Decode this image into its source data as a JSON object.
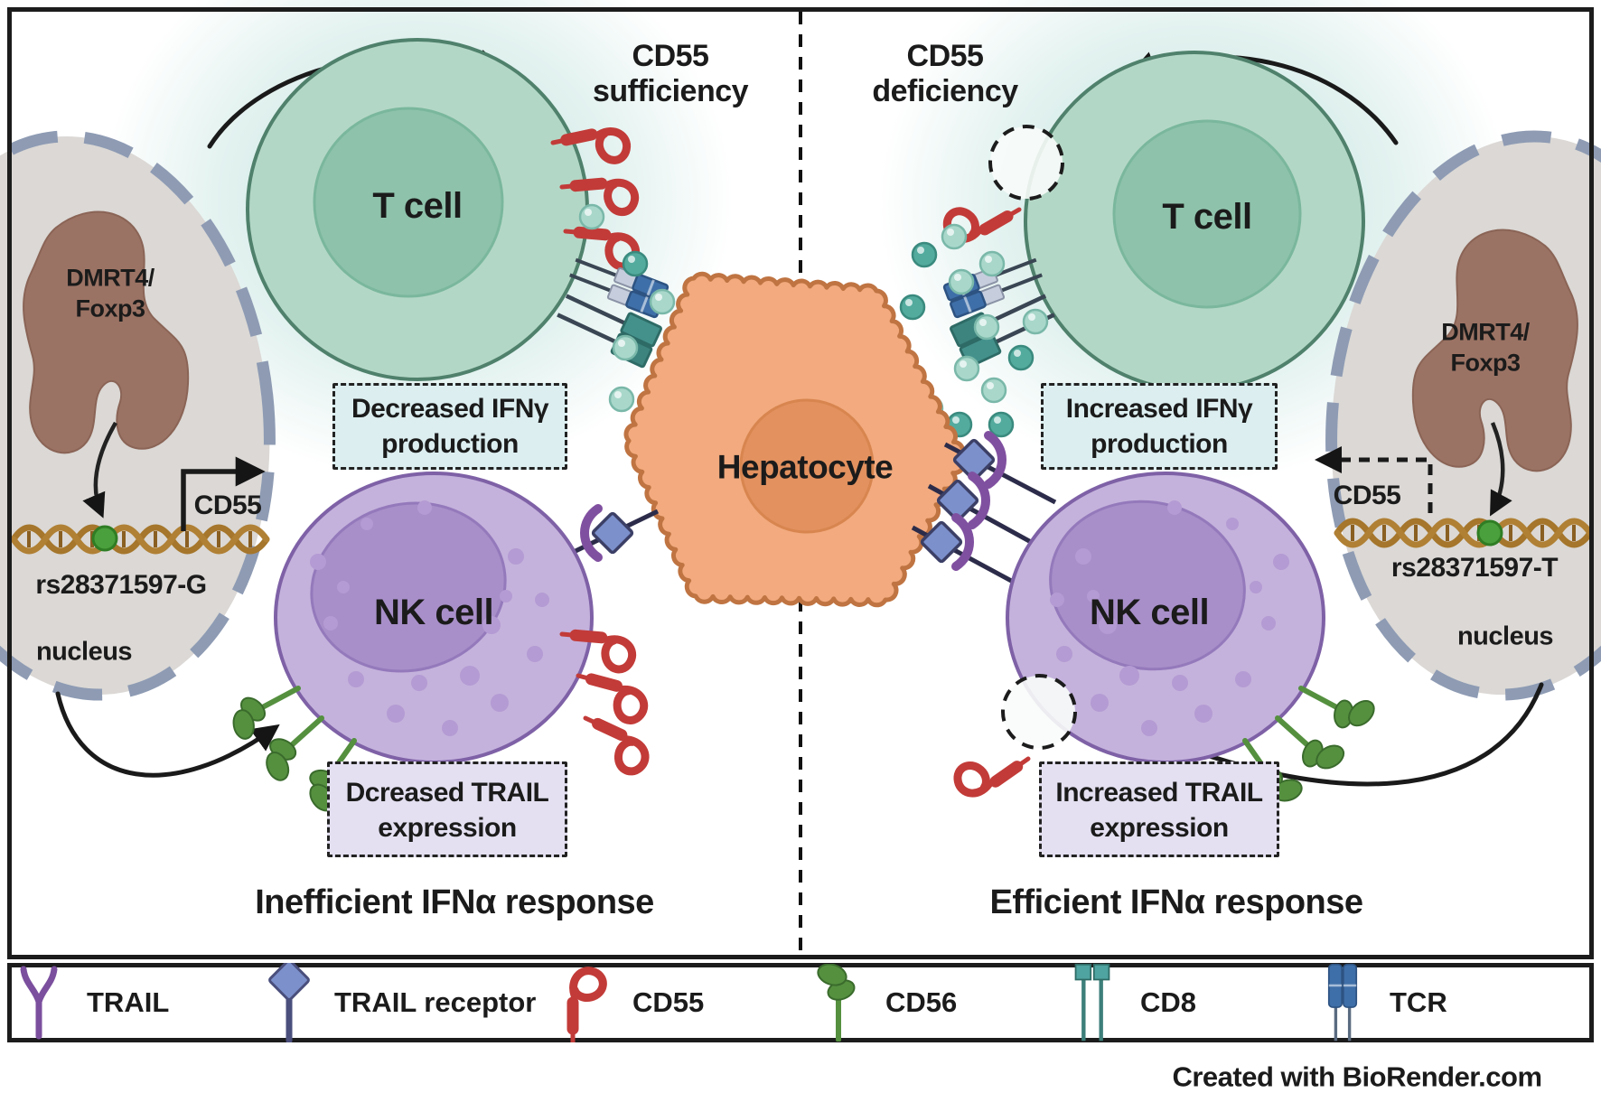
{
  "left": {
    "condition_line1": "CD55",
    "condition_line2": "sufficiency",
    "t_cell_label": "T cell",
    "nk_cell_label": "NK cell",
    "ifn_box_line1": "Decreased IFNγ",
    "ifn_box_line2": "production",
    "trail_box_line1": "Dcreased TRAIL",
    "trail_box_line2": "expression",
    "title": "Inefficient IFNα response",
    "tf_line1": "DMRT4/",
    "tf_line2": "Foxp3",
    "gene_label": "CD55",
    "snp_label": "rs28371597-G",
    "nucleus_label": "nucleus"
  },
  "right": {
    "condition_line1": "CD55",
    "condition_line2": "deficiency",
    "t_cell_label": "T cell",
    "nk_cell_label": "NK cell",
    "ifn_box_line1": "Increased IFNγ",
    "ifn_box_line2": "production",
    "trail_box_line1": "Increased TRAIL",
    "trail_box_line2": "expression",
    "title": "Efficient IFNα response",
    "tf_line1": "DMRT4/",
    "tf_line2": "Foxp3",
    "gene_label": "CD55",
    "snp_label": "rs28371597-T",
    "nucleus_label": "nucleus"
  },
  "center": {
    "hepatocyte_label": "Hepatocyte"
  },
  "legend": {
    "items": [
      {
        "icon": "trail-icon",
        "label": "TRAIL"
      },
      {
        "icon": "trail-receptor-icon",
        "label": "TRAIL receptor"
      },
      {
        "icon": "cd55-icon",
        "label": "CD55"
      },
      {
        "icon": "cd56-icon",
        "label": "CD56"
      },
      {
        "icon": "cd8-icon",
        "label": "CD8"
      },
      {
        "icon": "tcr-icon",
        "label": "TCR"
      }
    ]
  },
  "credit": "Created with BioRender.com",
  "colors": {
    "t_cell_body": "#b3d7c6",
    "t_cell_nucleus": "#8ec2ab",
    "t_cell_outline": "#4f816c",
    "nk_cell_body": "#c4b2dc",
    "nk_cell_nucleus": "#a88fc9",
    "nk_cell_outline": "#7e61a6",
    "hepatocyte_body": "#f2aa7e",
    "hepatocyte_nucleus": "#e2915f",
    "hepatocyte_outline": "#bf7442",
    "nucleus_body": "#dbd8d5",
    "nucleus_border": "#8e9bb3",
    "tf_blob": "#9b7364",
    "cd55_red": "#c23b38",
    "cd56_green": "#55903f",
    "cd8_teal": "#44918c",
    "tcr_blue": "#3f6fa8",
    "trail_purple": "#8050a0",
    "trail_receptor_blue": "#7c90cc",
    "dna_gold": "#a5762b",
    "snp_green": "#4aa03c",
    "ifn_box_bg": "#dceef0",
    "trail_box_bg": "#e4e0f1",
    "glow_teal": "#8cc8be"
  }
}
